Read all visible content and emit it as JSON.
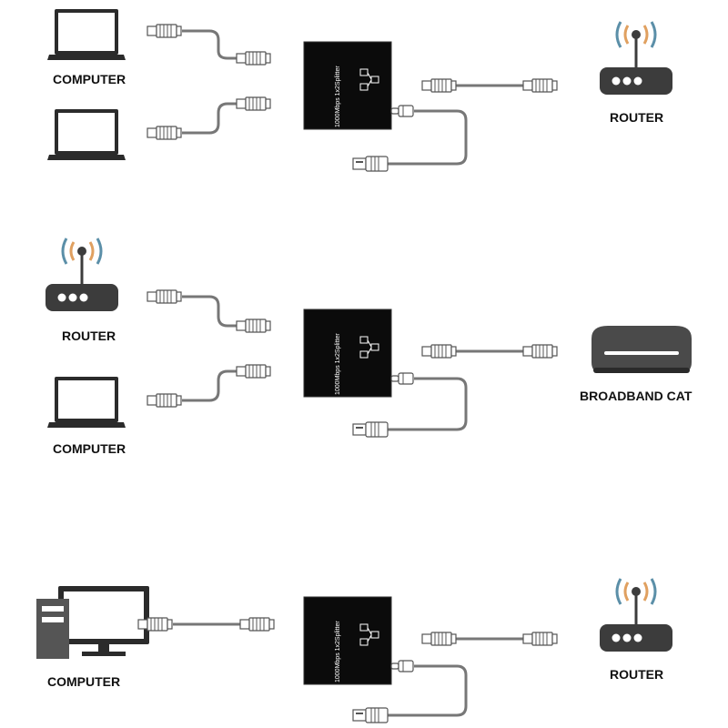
{
  "labels": {
    "computer": "COMPUTER",
    "router": "ROUTER",
    "broadband_cat": "BROADBAND CAT"
  },
  "splitter_text": "1000Mbps 1x2Splitter",
  "colors": {
    "device_dark": "#2b2b2b",
    "splitter_body": "#0b0b0b",
    "cable": "#777777",
    "router_body": "#3c3c3c",
    "wave_blue": "#5b8fa8",
    "wave_orange": "#e0a060",
    "modem_body": "#4a4a4a"
  },
  "icons": [
    "laptop-icon",
    "desktop-pc-icon",
    "router-icon",
    "modem-icon",
    "splitter-icon",
    "rj45-connector-icon",
    "usb-connector-icon",
    "usb-c-connector-icon"
  ]
}
